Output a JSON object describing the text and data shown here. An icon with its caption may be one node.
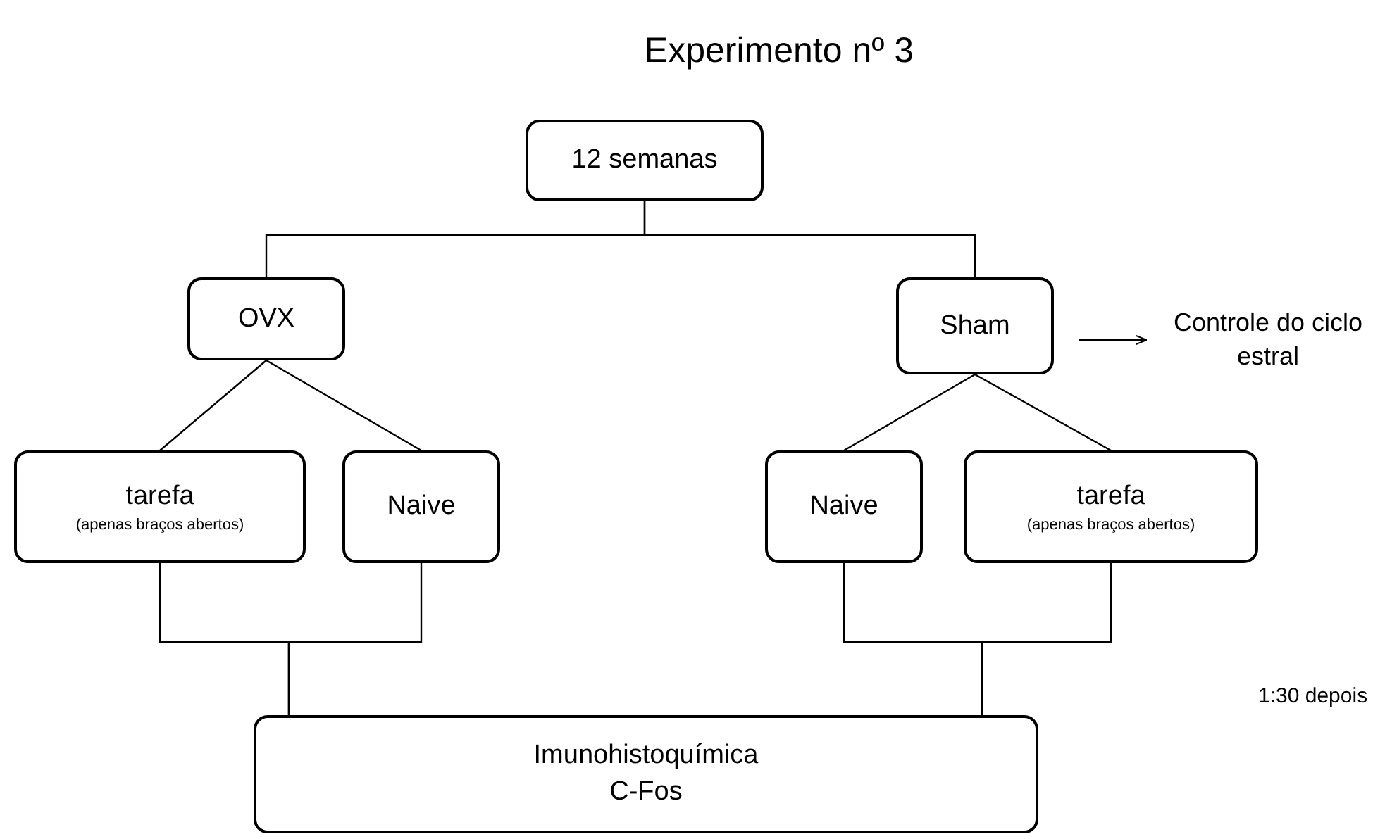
{
  "diagram": {
    "title": "Experimento nº 3",
    "nodes": [
      {
        "text": [
          "12 semanas"
        ]
      },
      {
        "text": [
          "OVX"
        ]
      },
      {
        "text": [
          "Sham"
        ]
      },
      {
        "text": [
          "Controle do ciclo estral"
        ]
      },
      {
        "text": [
          "tarefa",
          "(apenas braços abertos)"
        ]
      },
      {
        "text": [
          "Naive"
        ]
      },
      {
        "text": [
          "Naive"
        ]
      },
      {
        "text": [
          "tarefa",
          "(apenas braços abertos)"
        ]
      },
      {
        "text": [
          "Imunohistoquímica",
          "C-Fos"
        ]
      }
    ],
    "edges": [
      {
        "from": 0,
        "to": 1,
        "arrow": "none"
      },
      {
        "from": 0,
        "to": 2,
        "arrow": "none"
      },
      {
        "from": 2,
        "to": 3,
        "arrow": "to"
      },
      {
        "from": 1,
        "to": 4,
        "arrow": "none"
      },
      {
        "from": 1,
        "to": 5,
        "arrow": "none"
      },
      {
        "from": 2,
        "to": 6,
        "arrow": "none"
      },
      {
        "from": 2,
        "to": 7,
        "arrow": "none"
      },
      {
        "from": 4,
        "to": 8,
        "arrow": "none"
      },
      {
        "from": 5,
        "to": 8,
        "arrow": "none"
      },
      {
        "from": 6,
        "to": 8,
        "arrow": "none"
      },
      {
        "from": 7,
        "to": 8,
        "arrow": "none"
      }
    ],
    "labels": [
      "1:30 depois"
    ]
  }
}
